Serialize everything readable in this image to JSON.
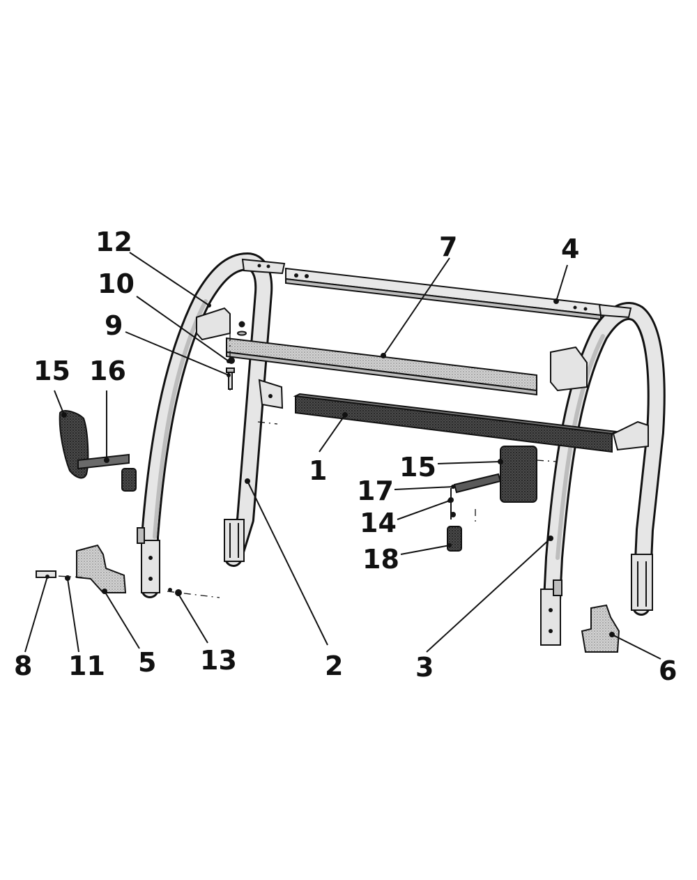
{
  "diagram": {
    "part_labels": [
      "1",
      "2",
      "3",
      "4",
      "5",
      "6",
      "7",
      "8",
      "9",
      "10",
      "11",
      "12",
      "13",
      "14",
      "15",
      "15",
      "16",
      "17",
      "18"
    ]
  },
  "colors": {
    "ink": "#111111",
    "tube_fill": "#e6e6e6",
    "shade": "#bdbdbd",
    "dark_part": "#2a2a2a"
  }
}
